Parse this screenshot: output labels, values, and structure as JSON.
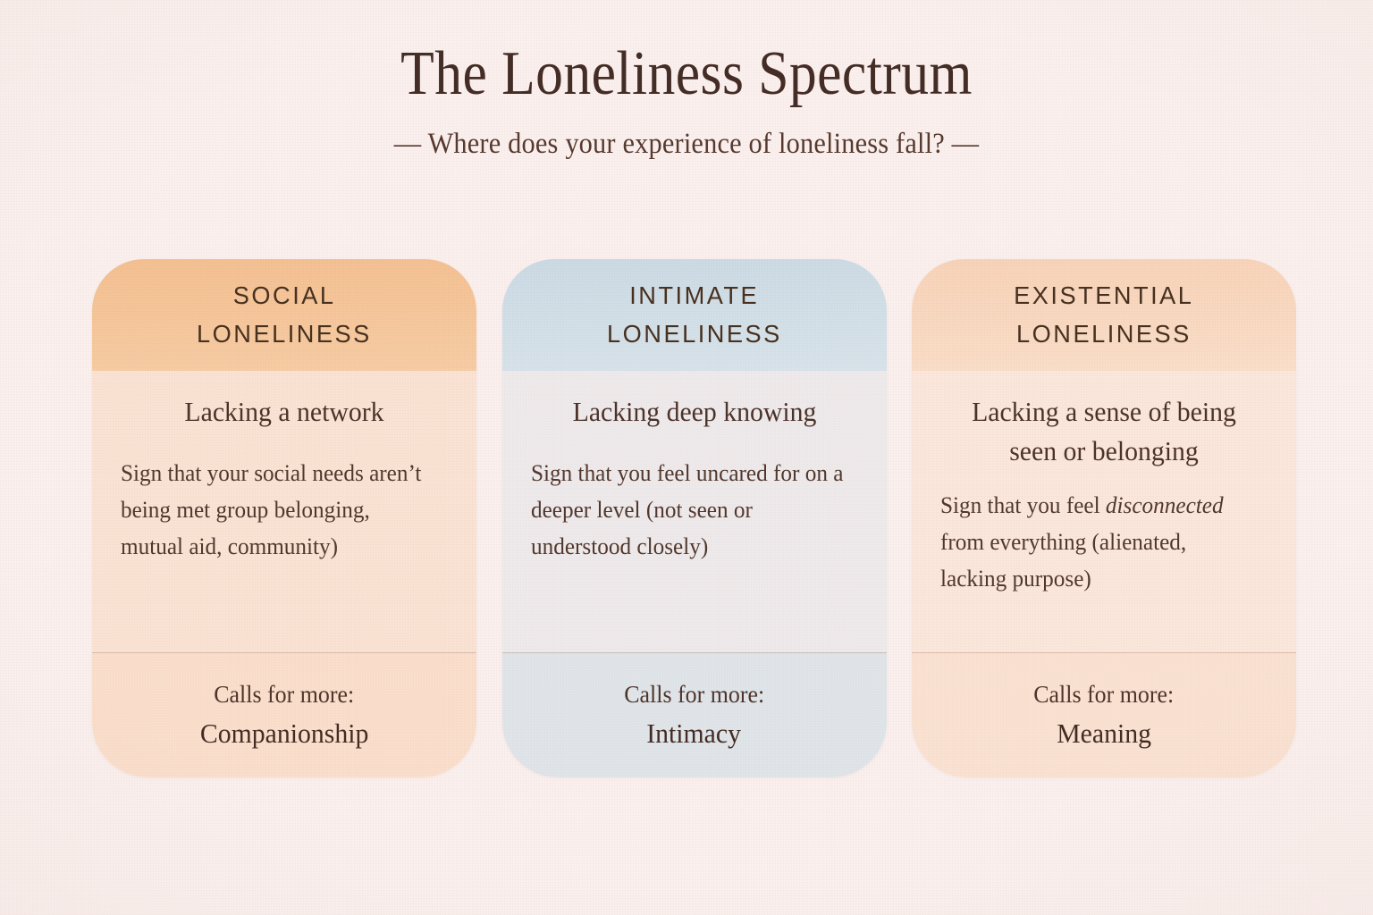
{
  "header": {
    "title": "The Loneliness Spectrum",
    "subtitle": "— Where does your experience of loneliness fall? —"
  },
  "theme": {
    "background": "#FAF0EE",
    "text": "#46302A",
    "divider": "#8A5F50"
  },
  "cards": [
    {
      "id": "social",
      "title_line1": "SOCIAL",
      "title_line2": "LONELINESS",
      "lead": "Lacking a network",
      "description": "Sign that your social needs aren’t being met group belonging, mutual aid, community)",
      "footer_label": "Calls for more:",
      "footer_value": "Companionship",
      "header_color": "#F5C59A",
      "body_color": "#FAE3D4",
      "footer_color": "#FADFCC"
    },
    {
      "id": "intimate",
      "title_line1": "INTIMATE",
      "title_line2": "LONELINESS",
      "lead": "Lacking deep knowing",
      "description": "Sign that you feel uncared for on a deeper level (not seen or understood closely)",
      "footer_label": "Calls for more:",
      "footer_value": "Intimacy",
      "header_color": "#D2E0E8",
      "body_color": "#EEEAEB",
      "footer_color": "#E0E5E9"
    },
    {
      "id": "existential",
      "title_line1": "EXISTENTIAL",
      "title_line2": "LONELINESS",
      "lead": "Lacking a sense of being seen or belonging",
      "description_before": "Sign that you feel ",
      "description_emphasis": "disconnected",
      "description_after": " from everything (alienated, lacking purpose)",
      "footer_label": "Calls for more:",
      "footer_value": "Meaning",
      "header_color": "#F9D9C1",
      "body_color": "#FBE7DC",
      "footer_color": "#FAE2D2"
    }
  ]
}
